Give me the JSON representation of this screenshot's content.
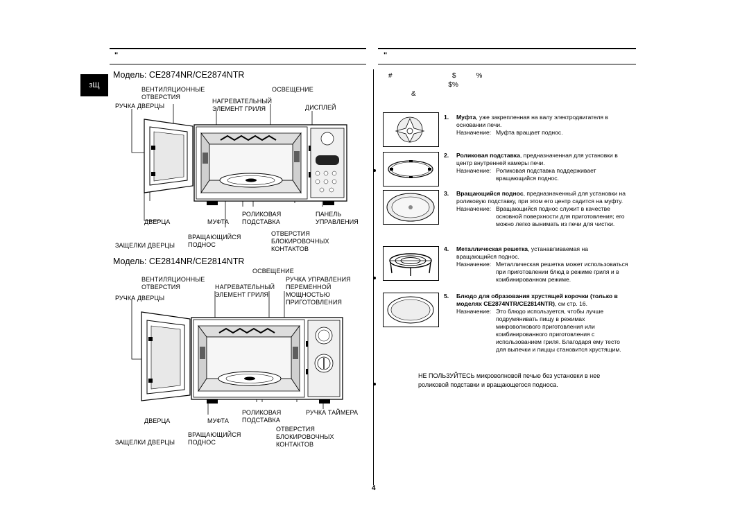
{
  "header": {
    "left_glyph": "\"",
    "right_glyph": "\""
  },
  "lang_tab": "зЩ",
  "model1": {
    "title": "Модель: CE2874NR/CE2874NTR",
    "labels": {
      "vent": "ВЕНТИЛЯЦИОННЫЕ\nОТВЕРСТИЯ",
      "handle": "РУЧКА ДВЕРЦЫ",
      "heater": "НАГРЕВАТЕЛЬНЫЙ\nЭЛЕМЕНТ ГРИЛЯ",
      "light": "ОСВЕЩЕНИЕ",
      "display": "ДИСПЛЕЙ",
      "door": "ДВЕРЦА",
      "coupler": "МУФТА",
      "roller": "РОЛИКОВАЯ\nПОДСТАВКА",
      "panel": "ПАНЕЛЬ\nУПРАВЛЕНИЯ",
      "latches": "ЗАЩЕЛКИ ДВЕРЦЫ",
      "turntable": "ВРАЩАЮЩИЙСЯ\nПОДНОС",
      "interlock": "ОТВЕРСТИЯ\nБЛОКИРОВОЧНЫХ\nКОНТАКТОВ"
    }
  },
  "model2": {
    "title": "Модель: CE2814NR/CE2814NTR",
    "labels": {
      "light": "ОСВЕЩЕНИЕ",
      "vent": "ВЕНТИЛЯЦИОННЫЕ\nОТВЕРСТИЯ",
      "heater": "НАГРЕВАТЕЛЬНЫЙ\nЭЛЕМЕНТ ГРИЛЯ",
      "power": "РУЧКА УПРАВЛЕНИЯ\nПЕРЕМЕННОЙ\nМОЩНОСТЬЮ\nПРИГОТОВЛЕНИЯ",
      "handle": "РУЧКА ДВЕРЦЫ",
      "door": "ДВЕРЦА",
      "coupler": "МУФТА",
      "roller": "РОЛИКОВАЯ\nПОДСТАВКА",
      "timer": "РУЧКА ТАЙМЕРА",
      "latches": "ЗАЩЕЛКИ ДВЕРЦЫ",
      "turntable": "ВРАЩАЮЩИЙСЯ\nПОДНОС",
      "interlock": "ОТВЕРСТИЯ\nБЛОКИРОВОЧНЫХ\nКОНТАКТОВ"
    }
  },
  "right": {
    "intro_line1": "#                              $          %",
    "intro_line2": "                              $%",
    "intro_line3": "&",
    "purpose_label": "Назначение:",
    "items": [
      {
        "num": "1.",
        "name": "Муфта",
        "desc": ", уже закрепленная на валу электродвигателя в основании печи.",
        "purpose": "Муфта вращает поднос."
      },
      {
        "num": "2.",
        "name": "Роликовая подставка",
        "desc": ", предназначенная для установки в центр внутренней камеры печи.",
        "purpose": "Роликовая подставка поддерживает вращающийся поднос."
      },
      {
        "num": "3.",
        "name": "Вращающийся поднос",
        "desc": ", предназначенный для установки на роликовую подставку, при этом его центр садится на муфту.",
        "purpose": "Вращающийся поднос служит в качестве основной поверхности для приготовления; его можно легко вынимать из печи для чистки."
      },
      {
        "num": "4.",
        "name": "Металлическая решетка",
        "desc": ", устанавливаемая на вращающийся поднос.",
        "purpose": "Металлическая решетка может использоваться при приготовлении блюд в режиме гриля и в комбинированном режиме."
      },
      {
        "num": "5.",
        "name": "Блюдо для образования хрустящей корочки (только в моделях CE2874NTR/CE2814NTR)",
        "desc": ", см стр. 16.",
        "purpose": "Это блюдо используется, чтобы лучше подрумянивать пищу в режимах микроволнового приготовления или комбинированного приготовления с использованием гриля. Благодаря ему тесто для выпечки и пиццы становится хрустящим."
      }
    ],
    "warning_line1": "НЕ ПОЛЬЗУЙТЕСЬ микроволновой печью без установки в нее",
    "warning_line2": "роликовой подставки и вращающегося подноса."
  },
  "page_number": "4"
}
